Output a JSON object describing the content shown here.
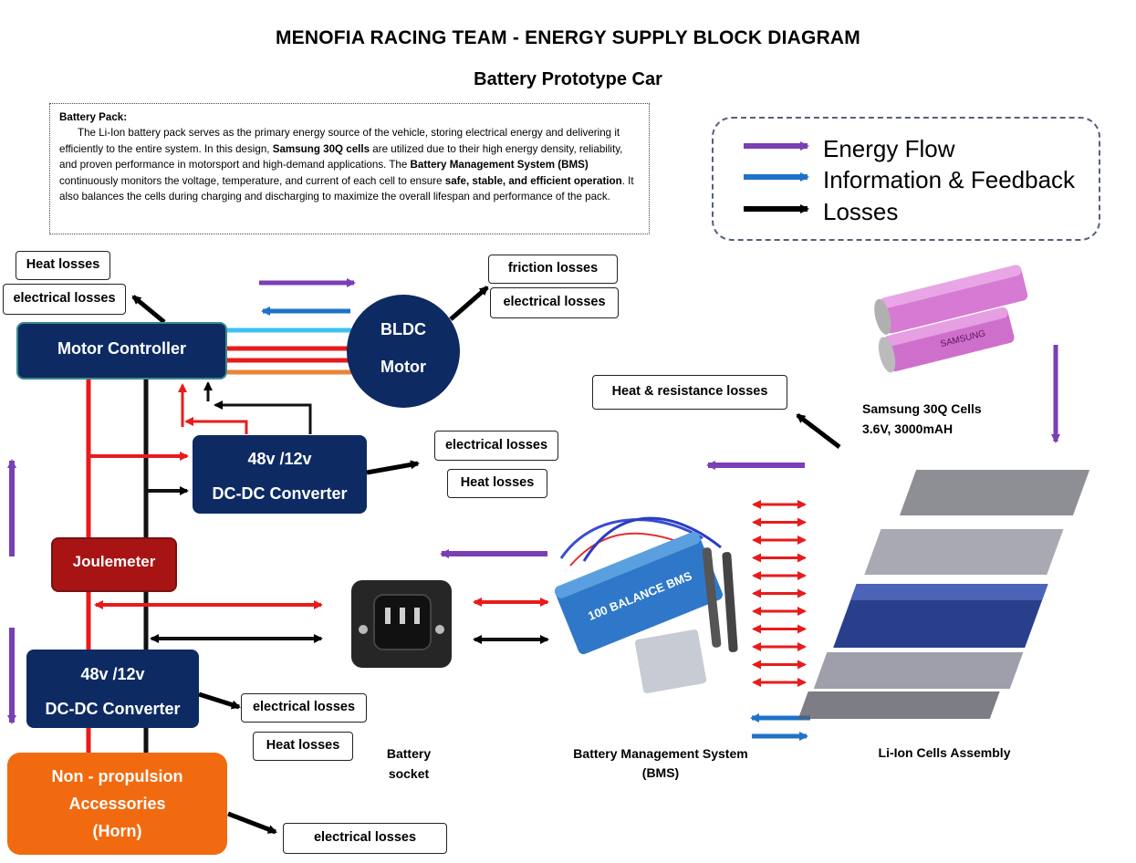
{
  "title": "MENOFIA RACING TEAM - ENERGY SUPPLY BLOCK DIAGRAM",
  "subtitle": "Battery Prototype Car",
  "description": {
    "heading": "Battery Pack:",
    "p1": "The Li-Ion battery pack serves as the primary energy source of the vehicle, storing electrical energy and delivering it efficiently to the entire system. In this design, ",
    "b1": "Samsung 30Q cells",
    "p2": " are utilized due to their high energy density, reliability, and proven performance in motorsport and high-demand applications. The ",
    "b2": "Battery Management System (BMS)",
    "p3": " continuously monitors the voltage, temperature, and current of each cell to ensure ",
    "b3": "safe, stable, and efficient operation",
    "p4": ". It also balances the cells during charging and discharging to maximize the overall lifespan and performance of the pack."
  },
  "legend": {
    "energy": "Energy Flow",
    "info": "Information & Feedback",
    "losses": "Losses"
  },
  "colors": {
    "energy": "#7a3fb5",
    "info": "#1e73c8",
    "loss": "#000000",
    "wire_red": "#e81b1b",
    "wire_cyan": "#3cc2ef",
    "wire_orange": "#e8853a",
    "block": "#0d2a63",
    "joulemeter": "#a81414",
    "accessories": "#f26a10"
  },
  "blocks": {
    "motor_controller": "Motor Controller",
    "bldc_l1": "BLDC",
    "bldc_l2": "Motor",
    "dcdc1_l1": "48v /12v",
    "dcdc1_l2": "DC-DC Converter",
    "dcdc2_l1": "48v /12v",
    "dcdc2_l2": "DC-DC Converter",
    "joulemeter": "Joulemeter",
    "acc_l1": "Non - propulsion",
    "acc_l2": "Accessories",
    "acc_l3": "(Horn)"
  },
  "losses": {
    "heat_mc": "Heat losses",
    "elec_mc": "electrical losses",
    "friction": "friction losses",
    "elec_motor": "electrical losses",
    "heat_res": "Heat & resistance losses",
    "elec_dcdc1": "electrical losses",
    "heat_dcdc1": "Heat losses",
    "elec_dcdc2": "electrical losses",
    "heat_dcdc2": "Heat losses",
    "elec_acc": "electrical losses"
  },
  "labels": {
    "cells_l1": "Samsung 30Q Cells",
    "cells_l2": "3.6V, 3000mAH",
    "socket_l1": "Battery",
    "socket_l2": "socket",
    "bms_l1": "Battery Management System",
    "bms_l2": "(BMS)",
    "assembly": "Li-Ion Cells Assembly",
    "cell_print": "SAMSUNG",
    "bms_print": "100 BALANCE BMS"
  }
}
